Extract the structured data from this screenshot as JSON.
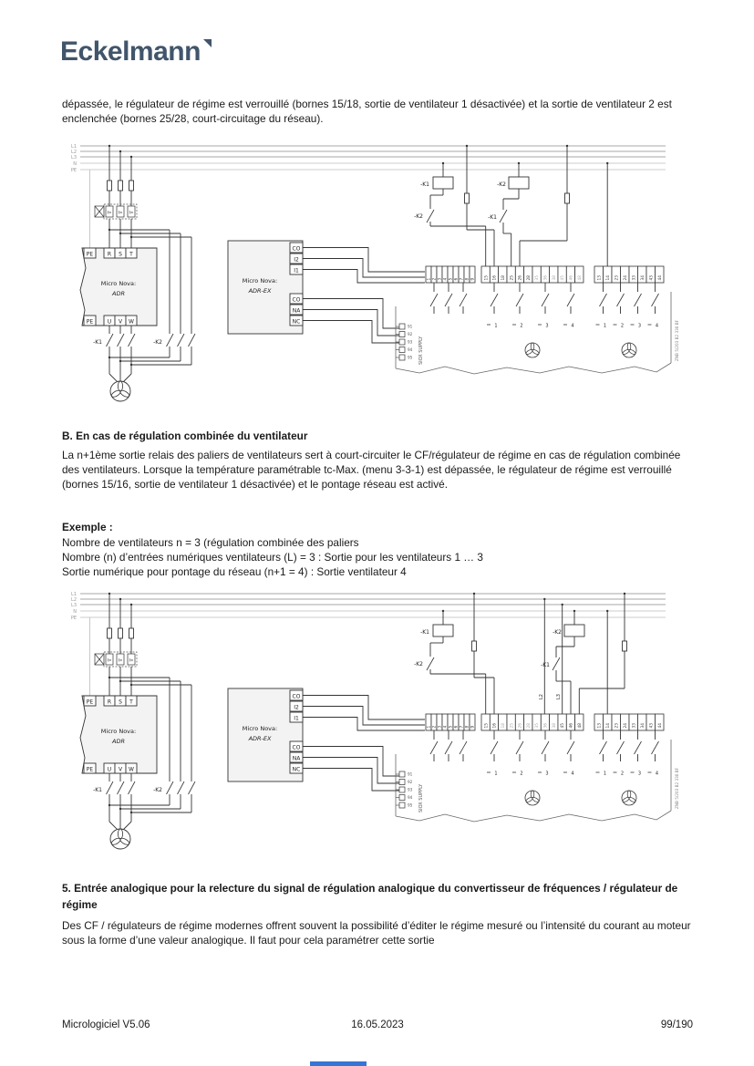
{
  "page": {
    "background": "#ffffff",
    "accent_blue_bar": "#3575d3",
    "logo_color": "#41556b"
  },
  "logo": {
    "text": "Eckelmann"
  },
  "intro_paragraph": "dépassée, le régulateur de régime est verrouillé (bornes 15/18, sortie de ventilateur 1 désactivée) et la sortie de ventilateur 2 est enclenchée (bornes 25/28, court-circuitage du réseau).",
  "section_b": {
    "heading": "B. En cas de régulation combinée du ventilateur",
    "paragraph": "La n+1ème sortie relais des paliers de ventilateurs sert à court-circuiter le CF/régulateur de régime en cas de régulation combinée des ventilateurs. Lorsque la température paramétrable tc-Max. (menu 3-3-1) est dépassée, le régulateur de régime est verrouillé (bornes 15/16, sortie de ventilateur 1 désactivée) et le pontage réseau est activé.",
    "example_label": "Exemple :",
    "example_lines": [
      "Nombre de ventilateurs n = 3 (régulation combinée des paliers",
      "Nombre (n) d’entrées numériques ventilateurs (L) = 3 : Sortie pour les ventilateurs 1 … 3",
      "Sortie numérique pour pontage du réseau (n+1 = 4) : Sortie ventilateur 4"
    ]
  },
  "section_5": {
    "heading": "5. Entrée analogique pour la relecture du signal de régulation analogique du convertisseur de fréquences / régulateur de régime",
    "paragraph": "Des CF / régulateurs de régime modernes offrent souvent la possibilité d’éditer le régime mesuré ou l’intensité du courant au moteur sous la forme d’une valeur analogique. Il faut pour cela paramétrer cette sortie"
  },
  "footer": {
    "left": "Micrologiciel V5.06",
    "center": "16.05.2023",
    "right": "99/190"
  },
  "diagrams": [
    {
      "name": "schema-sortie-ventilateur-2",
      "bus_labels": [
        "L1",
        "L2",
        "L3",
        "N",
        "PE"
      ],
      "breaker_marks": [
        "I>",
        "I>",
        "I>"
      ],
      "adr": {
        "title": "Micro Nova:",
        "model": "ADR",
        "terminals_top": [
          "PE",
          "R",
          "S",
          "T"
        ],
        "terminals_bottom": [
          "PE",
          "U",
          "V",
          "W"
        ]
      },
      "adrex": {
        "title": "Micro Nova:",
        "model": "ADR-EX",
        "terminals_upper": [
          "CO",
          "I2",
          "I1"
        ],
        "terminals_lower": [
          "CO",
          "NA",
          "NC"
        ]
      },
      "contactor_motor": "-K1",
      "contactor_bypass": "-K2",
      "coil_left": "-K1",
      "coil_right": "-K2",
      "aux_contact_left": "-K2",
      "aux_contact_right": "-K1",
      "strip_left": [
        "1",
        "2",
        "3",
        "4",
        "5",
        "6",
        "7",
        "8",
        "9"
      ],
      "strip_mid": [
        "15",
        "16",
        "18",
        "25",
        "26",
        "28",
        "35",
        "36",
        "38",
        "45",
        "46",
        "48"
      ],
      "strip_mid_active": [
        "15",
        "16",
        "18",
        "25",
        "26",
        "28"
      ],
      "strip_right": [
        "13",
        "14",
        "23",
        "24",
        "33",
        "34",
        "43",
        "44"
      ],
      "supply_label": "SIOX SUPPLY",
      "supply_terminals": [
        "91",
        "92",
        "93",
        "94",
        "95"
      ],
      "relay_numbers_mid": [
        "1",
        "2",
        "3",
        "4"
      ],
      "relay_numbers_right": [
        "1",
        "2",
        "3",
        "4"
      ],
      "phase_labels": [],
      "part_code": "ZNB 5/203 B2 330 BF"
    },
    {
      "name": "schema-pontage-reseau",
      "bus_labels": [
        "L1",
        "L2",
        "L3",
        "N",
        "PE"
      ],
      "breaker_marks": [
        "I>",
        "I>",
        "I>"
      ],
      "adr": {
        "title": "Micro Nova:",
        "model": "ADR",
        "terminals_top": [
          "PE",
          "R",
          "S",
          "T"
        ],
        "terminals_bottom": [
          "PE",
          "U",
          "V",
          "W"
        ]
      },
      "adrex": {
        "title": "Micro Nova:",
        "model": "ADR-EX",
        "terminals_upper": [
          "CO",
          "I2",
          "I1"
        ],
        "terminals_lower": [
          "CO",
          "NA",
          "NC"
        ]
      },
      "contactor_motor": "-K1",
      "contactor_bypass": "-K2",
      "coil_left": "-K1",
      "coil_right": "-K2",
      "aux_contact_left": "-K2",
      "aux_contact_right": "-K1",
      "strip_left": [
        "1",
        "2",
        "3",
        "4",
        "5",
        "6",
        "7",
        "8",
        "9"
      ],
      "strip_mid": [
        "15",
        "16",
        "18",
        "25",
        "26",
        "28",
        "35",
        "36",
        "38",
        "45",
        "46",
        "48"
      ],
      "strip_mid_active": [
        "15",
        "16",
        "45",
        "46",
        "48"
      ],
      "strip_right": [
        "13",
        "14",
        "23",
        "24",
        "33",
        "34",
        "43",
        "44"
      ],
      "supply_label": "SIOX SUPPLY",
      "supply_terminals": [
        "91",
        "92",
        "93",
        "94",
        "95"
      ],
      "relay_numbers_mid": [
        "1",
        "2",
        "3",
        "4"
      ],
      "relay_numbers_right": [
        "1",
        "2",
        "3",
        "4"
      ],
      "phase_labels": [
        "L2",
        "L3"
      ],
      "part_code": "ZNB 5/203 B2 330 BF"
    }
  ]
}
